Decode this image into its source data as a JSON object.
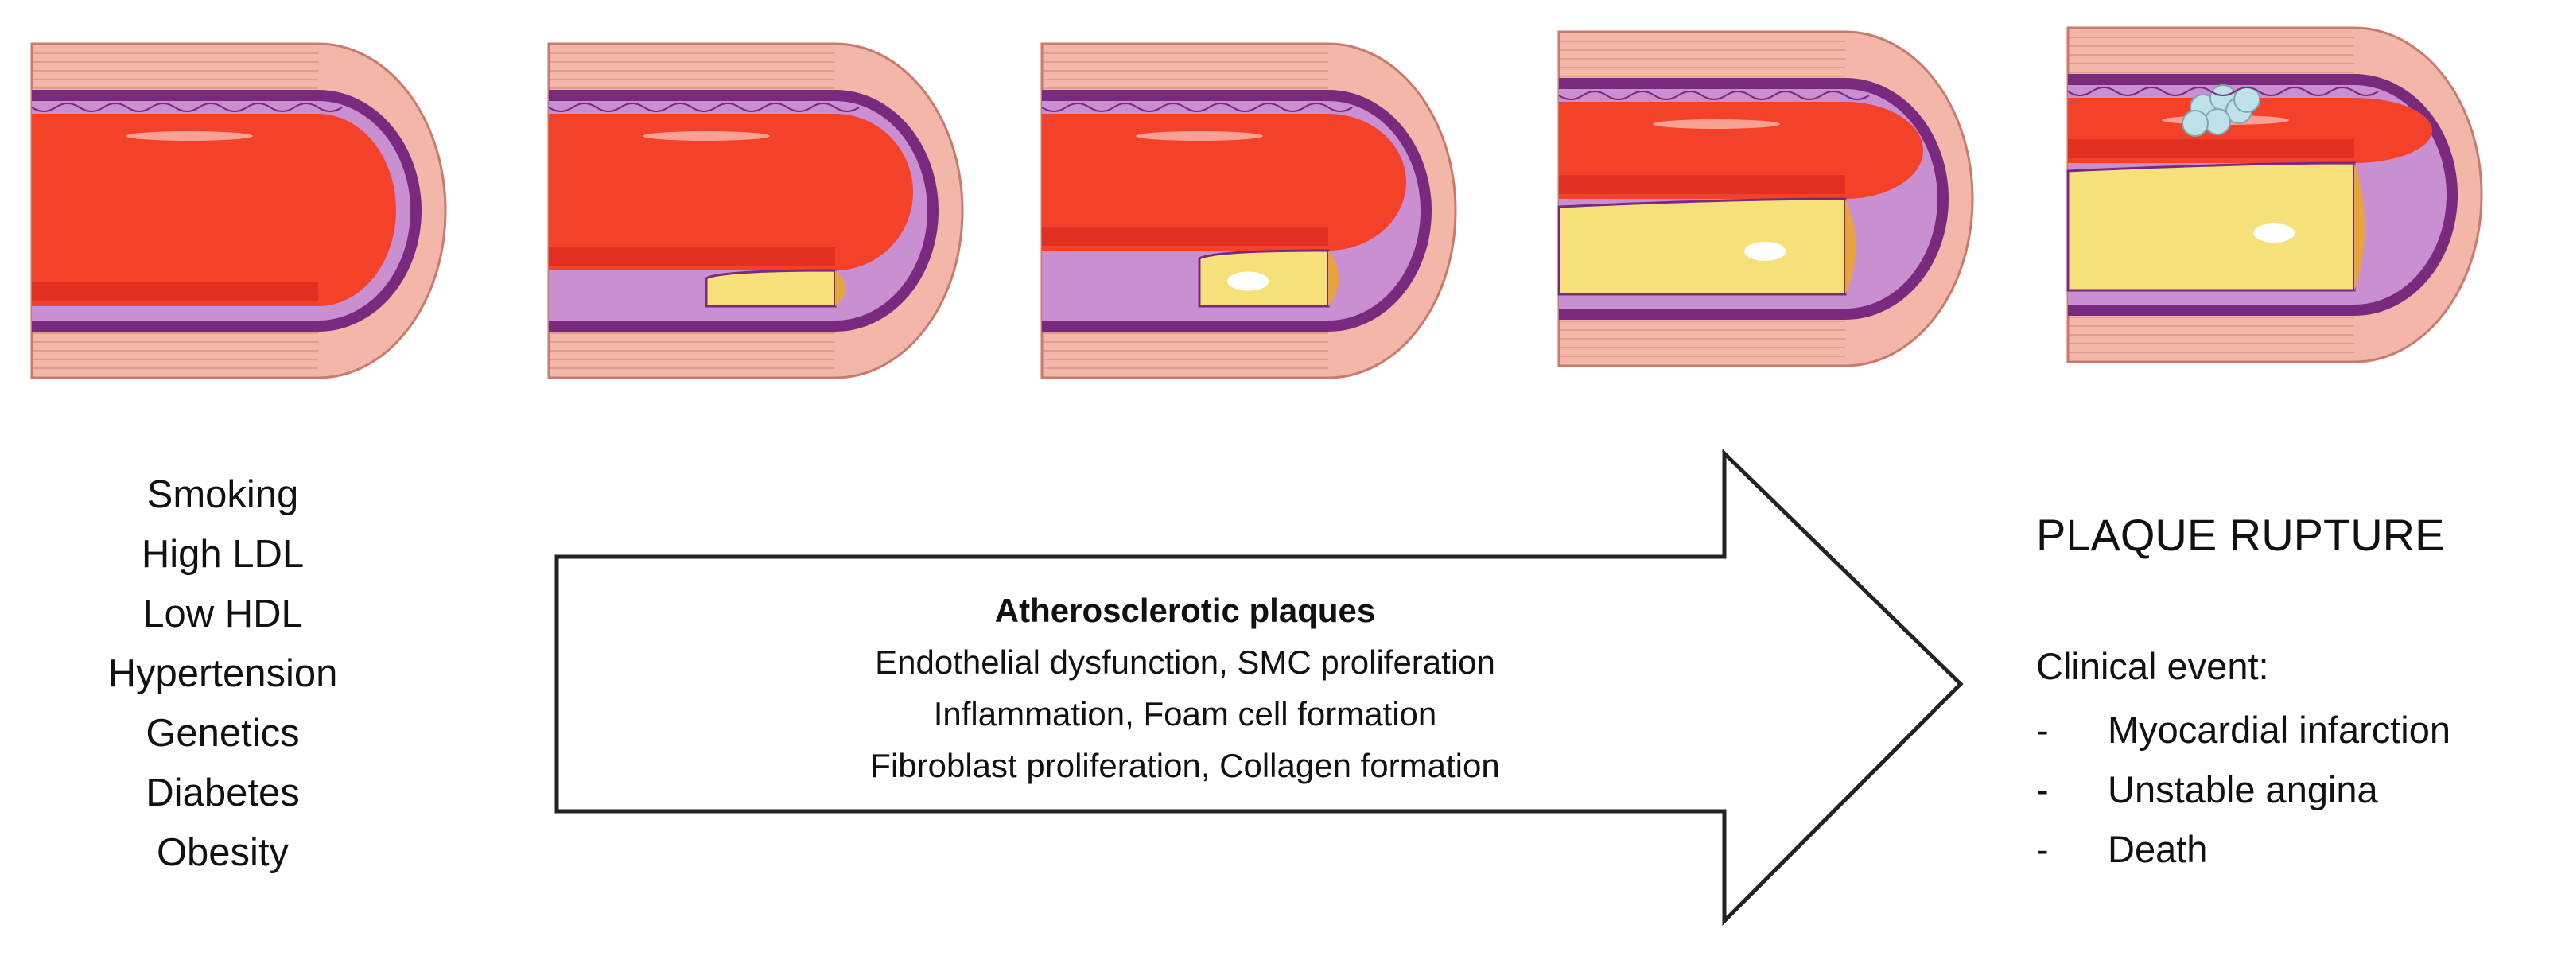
{
  "vessel_stages": [
    {
      "stage": 1,
      "plaque": "none"
    },
    {
      "stage": 2,
      "plaque": "small"
    },
    {
      "stage": 3,
      "plaque": "moderate"
    },
    {
      "stage": 4,
      "plaque": "large"
    },
    {
      "stage": 5,
      "plaque": "ruptured",
      "thrombus": true
    }
  ],
  "colors": {
    "blood": "#f4412a",
    "blood_dark": "#d92a1e",
    "endothelium": "#c98fd0",
    "intima": "#7a2a7e",
    "plaque": "#f5e07a",
    "plaque_core": "#fff4c0",
    "plaque_cap": "#e8a43c",
    "wall": "#f2b7a8",
    "wall_line": "#c97a6c",
    "thrombus": "#bfe1e8",
    "arrow_stroke": "#222222"
  },
  "risk_factors": [
    "Smoking",
    "High LDL",
    "Low HDL",
    "Hypertension",
    "Genetics",
    "Diabetes",
    "Obesity"
  ],
  "arrow": {
    "heading": "Atherosclerotic plaques",
    "lines": [
      "Endothelial dysfunction, SMC proliferation",
      "Inflammation, Foam cell formation",
      "Fibroblast proliferation, Collagen formation"
    ]
  },
  "outcome": {
    "title": "PLAQUE RUPTURE",
    "clinical_label": "Clinical event:",
    "events": [
      "Myocardial infarction",
      "Unstable angina",
      "Death"
    ]
  }
}
